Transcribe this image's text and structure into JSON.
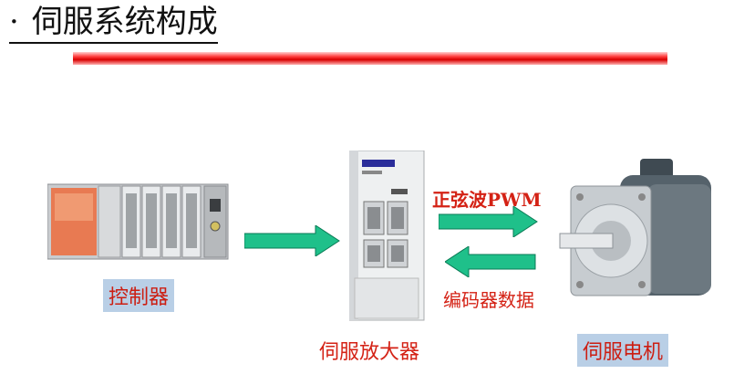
{
  "header": {
    "bullet": "·",
    "title": "伺服系统构成"
  },
  "colors": {
    "accent_bar": "#e00000",
    "arrow": "#1fc08a",
    "label_text": "#d42215",
    "label_bg": "#b9cfe6"
  },
  "components": {
    "controller": {
      "label": "控制器",
      "icon": "plc-controller"
    },
    "amplifier": {
      "label": "伺服放大器",
      "icon": "servo-amplifier"
    },
    "motor": {
      "label": "伺服电机",
      "icon": "servo-motor"
    }
  },
  "signals": {
    "forward": "正弦波PWM",
    "feedback": "编码器数据"
  }
}
